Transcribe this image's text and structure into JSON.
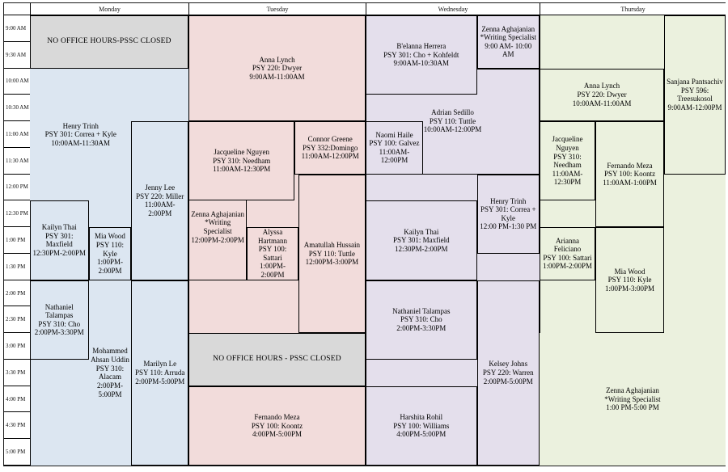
{
  "colors": {
    "monday": "#dce6f1",
    "tuesday": "#f2dcdb",
    "wednesday": "#e4dfec",
    "thursday": "#ebf1de",
    "closed_gray": "#d9d9d9",
    "grid_border": "#000000",
    "page_bg": "#ffffff"
  },
  "header": {
    "days": [
      "Monday",
      "Tuesday",
      "Wednesday",
      "Thursday"
    ]
  },
  "time_labels": [
    "9:00 AM",
    "9:30 AM",
    "10:00 AM",
    "10:30 AM",
    "11:00 AM",
    "11:30 AM",
    "12:00 PM",
    "12:30 PM",
    "1:00 PM",
    "1:30 PM",
    "2:00 PM",
    "2:30 PM",
    "3:00 PM",
    "3:30 PM",
    "4:00 PM",
    "4:30 PM",
    "5:00 PM"
  ],
  "days": [
    {
      "name": "Monday",
      "color_key": "monday",
      "events": [
        {
          "id": "monday-no-office-hours",
          "kind": "closed",
          "lines": [
            "NO OFFICE HOURS-PSSC CLOSED"
          ],
          "x": 0,
          "w": 100,
          "start": 0,
          "end": 2,
          "border": true
        },
        {
          "id": "henry-trinh-monday",
          "lines": [
            "Henry Trinh",
            "PSY 301: Correa + Kyle",
            "10:00AM-11:30AM"
          ],
          "x": 0,
          "w": 64,
          "start": 2,
          "end": 7,
          "border": false
        },
        {
          "id": "jenny-lee-monday",
          "lines": [
            "Jenny Lee",
            "PSY 220: Miller",
            "11:00AM-2:00PM"
          ],
          "x": 64,
          "w": 36,
          "start": 4,
          "end": 10,
          "border": true
        },
        {
          "id": "kailyn-thai-monday",
          "lines": [
            "Kailyn Thai",
            "PSY 301: Maxfield",
            "12:30PM-2:00PM"
          ],
          "x": 0,
          "w": 37,
          "start": 7,
          "end": 10,
          "border": true
        },
        {
          "id": "mia-wood-monday",
          "lines": [
            "Mia Wood",
            "PSY 110: Kyle",
            "1:00PM-2:00PM"
          ],
          "x": 37,
          "w": 27,
          "start": 8,
          "end": 10,
          "border": true
        },
        {
          "id": "nathaniel-talampas-monday",
          "lines": [
            "Nathaniel Talampas",
            "PSY 310: Cho",
            "2:00PM-3:30PM"
          ],
          "x": 0,
          "w": 37,
          "start": 10,
          "end": 13,
          "border": true
        },
        {
          "id": "mohammed-ahsan-uddin-monday",
          "lines": [
            "Mohammed Ahsan Uddin",
            "PSY 310: Alacam",
            "2:00PM-5:00PM"
          ],
          "x": 37,
          "w": 27,
          "start": 10,
          "end": 17,
          "border": false
        },
        {
          "id": "marilyn-le-monday",
          "lines": [
            "Marilyn Le",
            "PSY 110: Arruda",
            "2:00PM-5:00PM"
          ],
          "x": 64,
          "w": 36,
          "start": 10,
          "end": 17,
          "border": true
        }
      ]
    },
    {
      "name": "Tuesday",
      "color_key": "tuesday",
      "events": [
        {
          "id": "zenna-aghajanian-tuesday",
          "lines": [
            "Zenna Aghajanian",
            "*Writing Specialist",
            "12:00PM-2:00PM"
          ],
          "x": 0,
          "w": 33,
          "start": 6,
          "end": 10,
          "border": true
        },
        {
          "id": "amatullah-hussain-tuesday",
          "lines": [
            "Amatullah Hussain",
            "PSY 110: Tuttle",
            "12:00PM-3:00PM"
          ],
          "x": 62,
          "w": 38,
          "start": 6,
          "end": 12,
          "border": true
        },
        {
          "id": "anna-lynch-tuesday",
          "lines": [
            "Anna Lynch",
            "PSY 220: Dwyer",
            "9:00AM-11:00AM"
          ],
          "x": 0,
          "w": 100,
          "start": 0,
          "end": 4,
          "border": true
        },
        {
          "id": "jacqueline-nguyen-tuesday",
          "lines": [
            "Jacqueline Nguyen",
            "PSY 310: Needham",
            "11:00AM-12:30PM"
          ],
          "x": 0,
          "w": 60,
          "start": 4,
          "end": 7,
          "border": true
        },
        {
          "id": "connor-greene-tuesday",
          "lines": [
            "Connor Greene",
            "PSY 332:Domingo",
            "11:00AM-12:00PM"
          ],
          "x": 60,
          "w": 40,
          "start": 4,
          "end": 6,
          "border": true
        },
        {
          "id": "alyssa-hartmann-tuesday",
          "lines": [
            "Alyssa Hartmann",
            "PSY 100: Sattari",
            "1:00PM-2:00PM"
          ],
          "x": 33,
          "w": 29,
          "start": 8,
          "end": 10,
          "border": true
        },
        {
          "id": "tuesday-no-office-hours",
          "kind": "closed",
          "lines": [
            "NO OFFICE HOURS - PSSC CLOSED"
          ],
          "x": 0,
          "w": 100,
          "start": 12,
          "end": 14,
          "border": true
        },
        {
          "id": "fernando-meza-tuesday",
          "lines": [
            "Fernando Meza",
            "PSY 100: Koontz",
            "4:00PM-5:00PM"
          ],
          "x": 0,
          "w": 100,
          "start": 14,
          "end": 17,
          "border": true
        }
      ]
    },
    {
      "name": "Wednesday",
      "color_key": "wednesday",
      "events": [
        {
          "id": "adrian-sedillo-wednesday",
          "lines": [
            "Adrian Sedillo",
            "PSY 110: Tuttle",
            "10:00AM-12:00PM"
          ],
          "x": 0,
          "w": 100,
          "start": 2,
          "end": 6,
          "border": true
        },
        {
          "id": "belanna-herrera-wednesday",
          "lines": [
            "B'elanna Herrera",
            "PSY 301: Cho + Kohfeldt",
            "9:00AM-10:30AM"
          ],
          "x": 0,
          "w": 64,
          "start": 0,
          "end": 3,
          "border": true
        },
        {
          "id": "zenna-aghajanian-wednesday",
          "lines": [
            "Zenna Aghajanian",
            "*Writing Specialist",
            "9:00 AM- 10:00 AM"
          ],
          "x": 64,
          "w": 36,
          "start": 0,
          "end": 2,
          "border": true
        },
        {
          "id": "naomi-haile-wednesday",
          "lines": [
            "Naomi Haile",
            "PSY 100: Galvez",
            "11:00AM-12:00PM"
          ],
          "x": 0,
          "w": 33,
          "start": 4,
          "end": 6,
          "border": true
        },
        {
          "id": "henry-trinh-wednesday",
          "lines": [
            "Henry Trinh",
            "PSY 301: Correa + Kyle",
            "12:00 PM-1:30 PM"
          ],
          "x": 64,
          "w": 36,
          "start": 6,
          "end": 9,
          "border": true
        },
        {
          "id": "kailyn-thai-wednesday",
          "lines": [
            "Kailyn Thai",
            "PSY 301: Maxfield",
            "12:30PM-2:00PM"
          ],
          "x": 0,
          "w": 64,
          "start": 7,
          "end": 10,
          "border": true
        },
        {
          "id": "nathaniel-talampas-wednesday",
          "lines": [
            "Nathaniel Talampas",
            "PSY 310: Cho",
            "2:00PM-3:30PM"
          ],
          "x": 0,
          "w": 64,
          "start": 10,
          "end": 13,
          "border": true
        },
        {
          "id": "kelsey-johns-wednesday",
          "lines": [
            "Kelsey Johns",
            "PSY 220: Warren",
            "2:00PM-5:00PM"
          ],
          "x": 64,
          "w": 36,
          "start": 10,
          "end": 17,
          "border": true
        },
        {
          "id": "harshita-rohil-wednesday",
          "lines": [
            "Harshita Rohil",
            "PSY 100: Williams",
            "4:00PM-5:00PM"
          ],
          "x": 0,
          "w": 64,
          "start": 14,
          "end": 17,
          "border": true
        }
      ]
    },
    {
      "name": "Thursday",
      "color_key": "thursday",
      "events": [
        {
          "id": "zenna-aghajanian-thursday",
          "lines": [
            "Zenna Aghajanian",
            "*Writing Specialist",
            "1:00 PM-5:00 PM"
          ],
          "x": 0,
          "w": 100,
          "start": 12,
          "end": 17,
          "border": false
        },
        {
          "id": "sanjana-pantsachiv-thursday",
          "lines": [
            "Sanjana Pantsachiv",
            "PSY 596: Treesukosol",
            "9:00AM-12:00PM"
          ],
          "x": 67,
          "w": 33,
          "start": 0,
          "end": 6,
          "border": true
        },
        {
          "id": "anna-lynch-thursday",
          "lines": [
            "Anna Lynch",
            "PSY 220: Dwyer",
            "10:00AM-11:00AM"
          ],
          "x": 0,
          "w": 67,
          "start": 2,
          "end": 4,
          "border": true
        },
        {
          "id": "jacqueline-nguyen-thursday",
          "lines": [
            "Jacqueline Nguyen",
            "PSY 310: Needham",
            "11:00AM-12:30PM"
          ],
          "x": 0,
          "w": 30,
          "start": 4,
          "end": 7,
          "border": true
        },
        {
          "id": "fernando-meza-thursday",
          "lines": [
            "Fernando Meza",
            "PSY 100: Koontz",
            "11:00AM-1:00PM"
          ],
          "x": 30,
          "w": 37,
          "start": 4,
          "end": 8,
          "border": true
        },
        {
          "id": "arianna-feliciano-thursday",
          "lines": [
            "Arianna Feliciano",
            "PSY 100: Sattari",
            "1:00PM-2:00PM"
          ],
          "x": 0,
          "w": 30,
          "start": 8,
          "end": 10,
          "border": true
        },
        {
          "id": "mia-wood-thursday",
          "lines": [
            "Mia Wood",
            "PSY 110: Kyle",
            "1:00PM-3:00PM"
          ],
          "x": 30,
          "w": 37,
          "start": 8,
          "end": 12,
          "border": true
        }
      ]
    }
  ]
}
